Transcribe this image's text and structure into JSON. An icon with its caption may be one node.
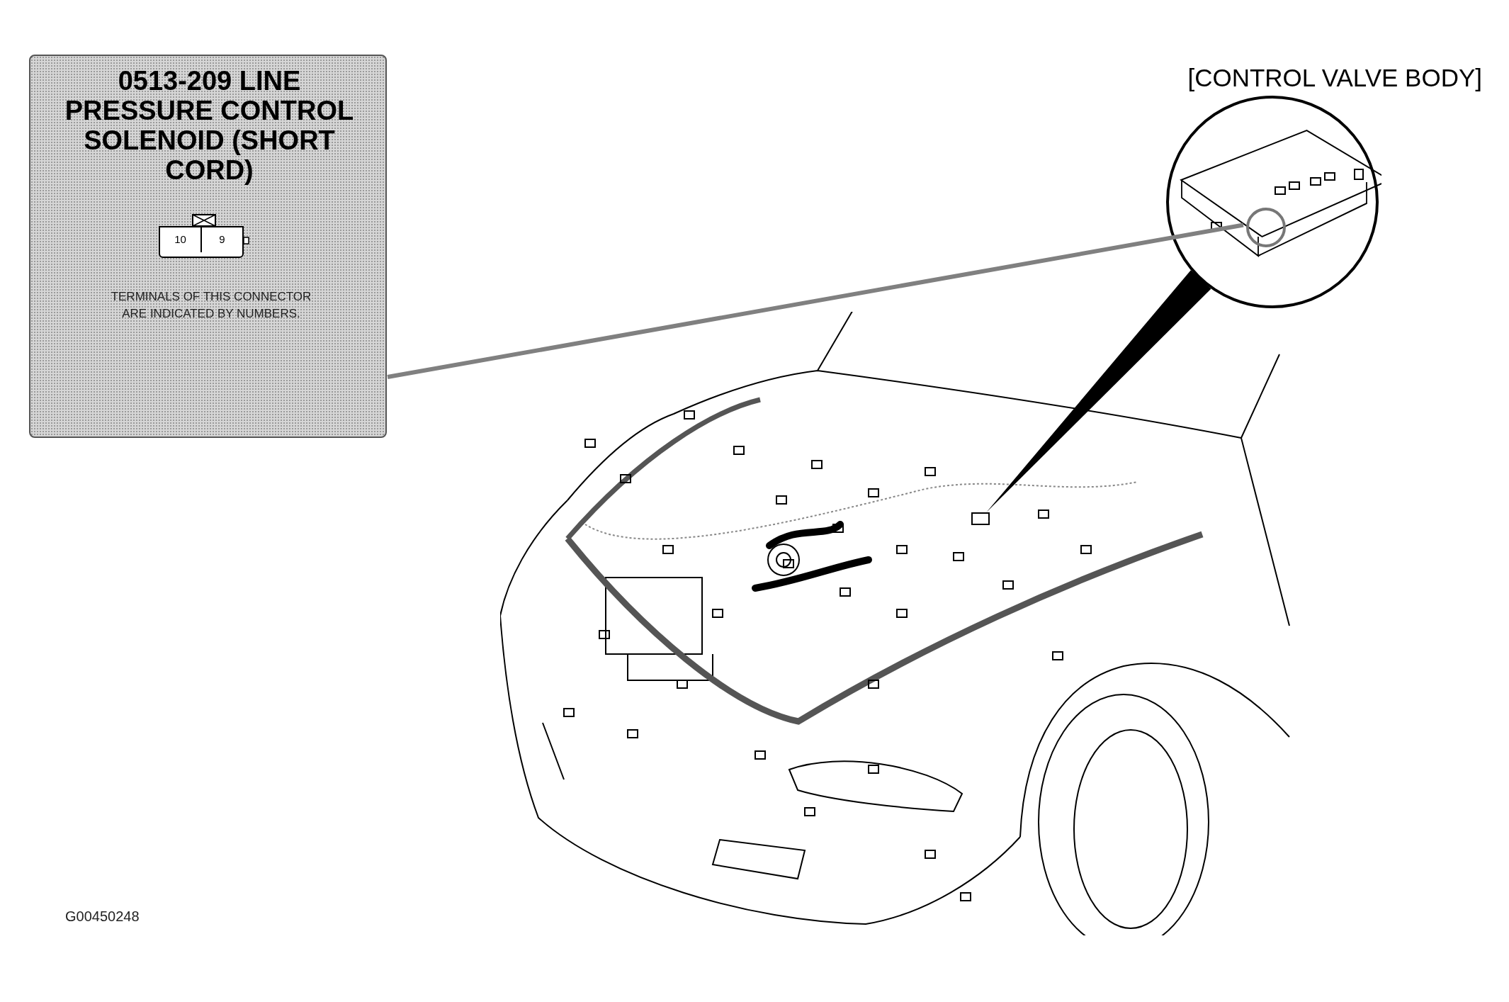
{
  "diagram": {
    "nodes": [
      {
        "text": [
          "0513-209 LINE PRESSURE CONTROL SOLENOID (SHORT CORD)",
          "TERMINALS OF THIS CONNECTOR ARE INDICATED BY NUMBERS."
        ]
      },
      {
        "text": [
          "10",
          "9"
        ],
        "in": 0
      },
      {
        "text": [],
        "shape": "circle",
        "beside": [
          "[CONTROL VALVE BODY]"
        ]
      },
      {
        "text": [],
        "shape": "circle",
        "in": 2
      },
      {
        "text": [],
        "shape": "picture"
      },
      {
        "text": [],
        "shape": "box",
        "in": 4
      }
    ],
    "edges": [
      {
        "from": 0,
        "to": 3,
        "arrow": "none",
        "color": "#808080"
      },
      {
        "from": 2,
        "to": 5,
        "arrow": "none",
        "style": "thick"
      }
    ],
    "labels": [
      "G00450248"
    ]
  }
}
